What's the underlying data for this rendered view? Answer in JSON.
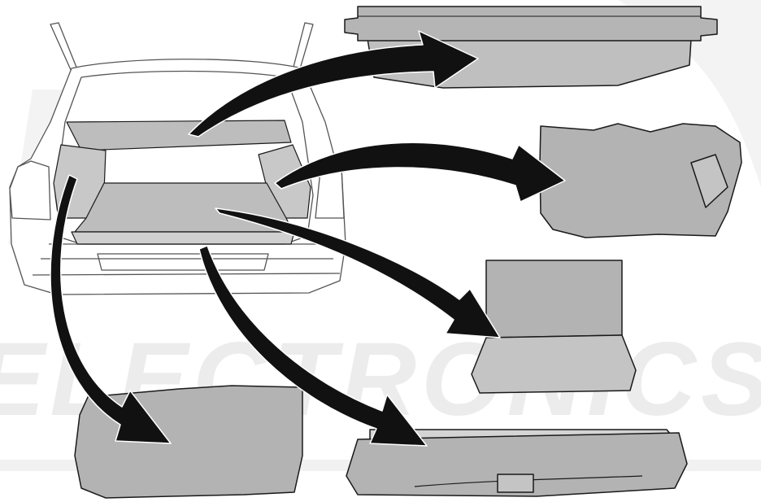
{
  "watermark": {
    "text": "ELECTRONICS",
    "color": "#ededed"
  },
  "colors": {
    "outline": "#1a1a1a",
    "panel_fill": "#b3b3b3",
    "panel_fill_light": "#c4c4c4",
    "arrow": "#111111",
    "car_line": "#555555",
    "background": "#ffffff"
  },
  "diagram": {
    "subject": "car-trunk-interior-trim-panels",
    "parts": [
      {
        "id": "luggage-cover",
        "icon": "luggage-cover-panel"
      },
      {
        "id": "right-side-trim",
        "icon": "side-trim-panel"
      },
      {
        "id": "floor-cover",
        "icon": "floor-board-panel"
      },
      {
        "id": "left-side-trim",
        "icon": "side-trim-panel"
      },
      {
        "id": "rear-sill-trim",
        "icon": "sill-trim-panel"
      }
    ]
  }
}
